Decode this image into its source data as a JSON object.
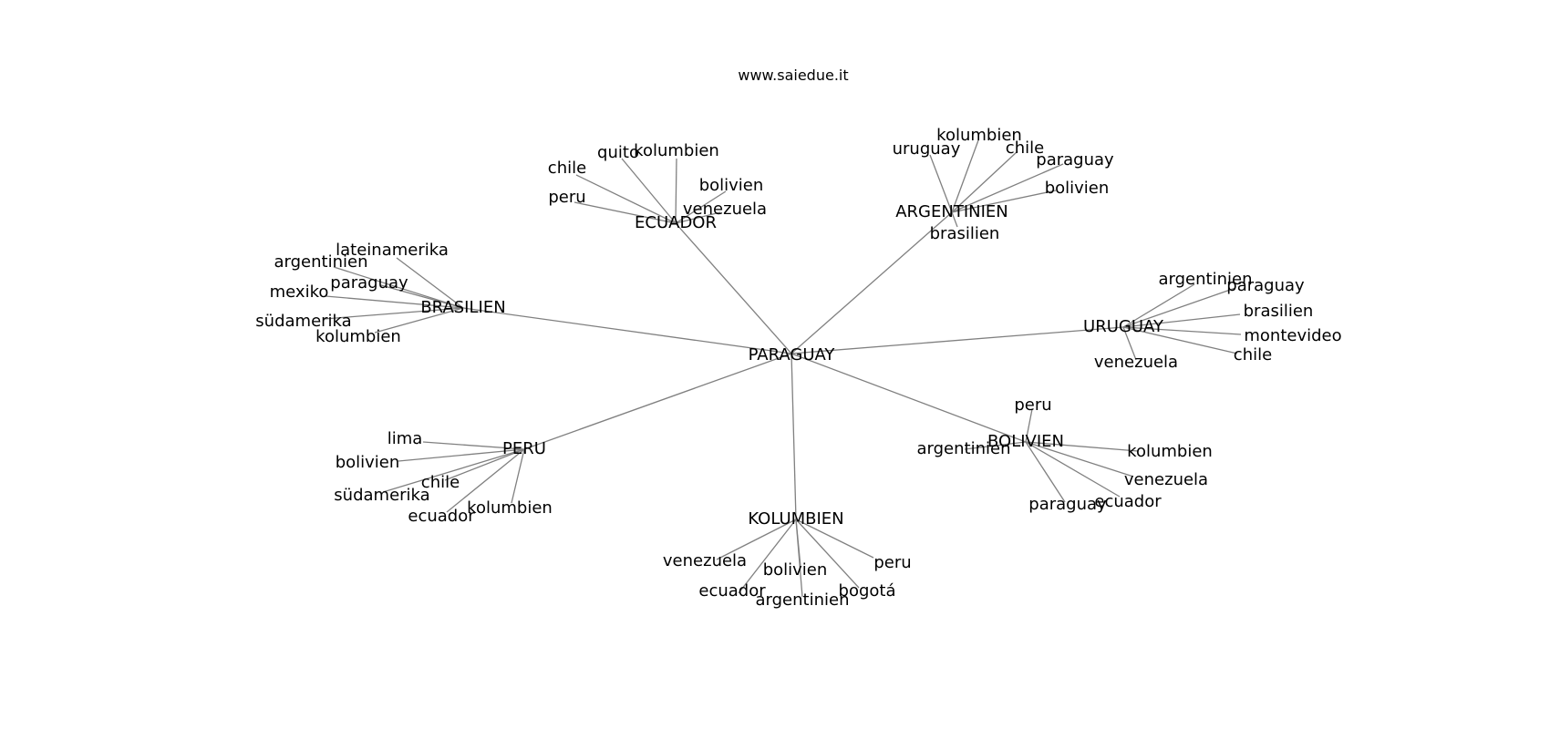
{
  "title": "www.saiedue.it",
  "colors": {
    "edge": "#808080",
    "text": "#000000",
    "background": "#ffffff"
  },
  "root": "PARAGUAY",
  "hubs": [
    {
      "label": "ECUADOR",
      "leaves": [
        "chile",
        "quito",
        "kolumbien",
        "bolivien",
        "peru",
        "venezuela"
      ]
    },
    {
      "label": "ARGENTINIEN",
      "leaves": [
        "kolumbien",
        "uruguay",
        "chile",
        "paraguay",
        "bolivien",
        "brasilien"
      ]
    },
    {
      "label": "BRASILIEN",
      "leaves": [
        "lateinamerika",
        "argentinien",
        "paraguay",
        "mexiko",
        "südamerika",
        "kolumbien"
      ]
    },
    {
      "label": "URUGUAY",
      "leaves": [
        "argentinien",
        "paraguay",
        "brasilien",
        "montevideo",
        "chile",
        "venezuela"
      ]
    },
    {
      "label": "PERU",
      "leaves": [
        "lima",
        "bolivien",
        "chile",
        "südamerika",
        "ecuador",
        "kolumbien"
      ]
    },
    {
      "label": "BOLIVIEN",
      "leaves": [
        "peru",
        "argentinien",
        "kolumbien",
        "venezuela",
        "ecuador",
        "paraguay"
      ]
    },
    {
      "label": "KOLUMBIEN",
      "leaves": [
        "venezuela",
        "bolivien",
        "peru",
        "ecuador",
        "bogotá",
        "argentinien"
      ]
    }
  ]
}
